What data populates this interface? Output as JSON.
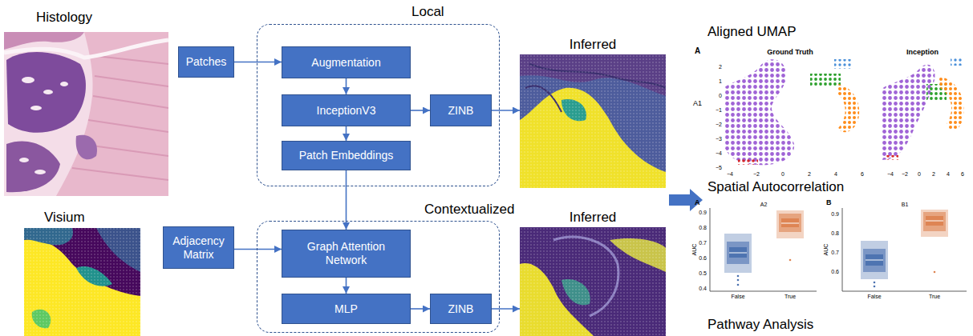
{
  "diagram": {
    "nodes": [
      {
        "text": [
          "Patches"
        ]
      },
      {
        "text": [
          "Local"
        ]
      },
      {
        "text": [
          "Augmentation"
        ],
        "in": 1
      },
      {
        "text": [
          "InceptionV3"
        ],
        "in": 1
      },
      {
        "text": [
          "ZINB"
        ],
        "in": 1
      },
      {
        "text": [
          "Patch Embeddings"
        ],
        "in": 1
      },
      {
        "text": [
          "Inferred"
        ]
      },
      {
        "text": [
          "Adjacency Matrix"
        ]
      },
      {
        "text": [
          "Contextualized"
        ]
      },
      {
        "text": [
          "Graph Attention Network"
        ],
        "in": 8
      },
      {
        "text": [
          "MLP"
        ],
        "in": 8
      },
      {
        "text": [
          "ZINB"
        ],
        "in": 8
      },
      {
        "text": [
          "Inferred"
        ]
      }
    ],
    "edges": [
      {
        "from": 0,
        "to": 2,
        "arrow": "to"
      },
      {
        "from": 2,
        "to": 3,
        "arrow": "to"
      },
      {
        "from": 3,
        "to": 4,
        "arrow": "to"
      },
      {
        "from": 3,
        "to": 5,
        "arrow": "to"
      },
      {
        "from": 4,
        "to": 6,
        "arrow": "to"
      },
      {
        "from": 5,
        "to": 9,
        "arrow": "to"
      },
      {
        "from": 7,
        "to": 9,
        "arrow": "to"
      },
      {
        "from": 9,
        "to": 10,
        "arrow": "to"
      },
      {
        "from": 10,
        "to": 11,
        "arrow": "to"
      },
      {
        "from": 11,
        "to": 12,
        "arrow": "to"
      }
    ],
    "labels": [
      "Histology",
      "Visium",
      "Aligned UMAP",
      "A",
      "Ground Truth",
      "Inception",
      "A1",
      "2",
      "1",
      "0",
      "−1",
      "−2",
      "−3",
      "−4",
      "−5",
      "−4",
      "−2",
      "0",
      "2",
      "4",
      "6",
      "−4",
      "−2",
      "0",
      "2",
      "4",
      "6",
      "Spatial Autocorrelation",
      "A",
      "A2",
      "B",
      "B1",
      "0.9",
      "0.8",
      "0.7",
      "0.6",
      "0.5",
      "0.4",
      "AUC",
      "False",
      "True",
      "0.9",
      "0.8",
      "0.7",
      "0.6",
      "AUC",
      "False",
      "True",
      "Pathway Analysis"
    ]
  }
}
